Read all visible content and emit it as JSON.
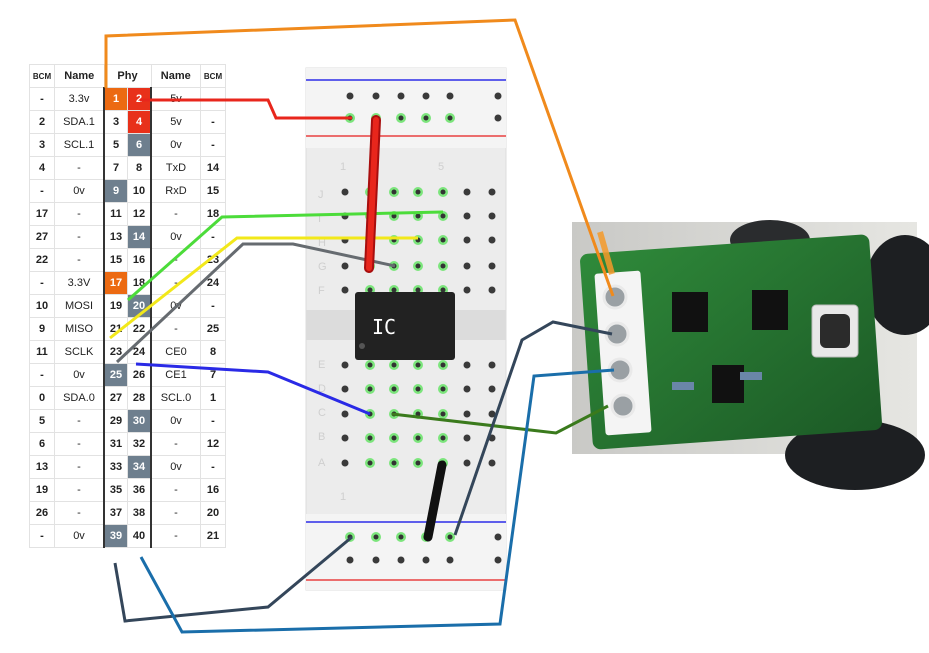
{
  "header": {
    "bcm_left": "BCM",
    "name_left": "Name",
    "phy": "Phy",
    "name_right": "Name",
    "bcm_right": "BCM"
  },
  "rows": [
    {
      "bcmL": "-",
      "nameL": "3.3v",
      "pinL": "1",
      "colorL": "orange",
      "pinR": "2",
      "colorR": "red",
      "nameR": "5v",
      "bcmR": "-"
    },
    {
      "bcmL": "2",
      "nameL": "SDA.1",
      "pinL": "3",
      "colorL": "",
      "pinR": "4",
      "colorR": "red",
      "nameR": "5v",
      "bcmR": "-"
    },
    {
      "bcmL": "3",
      "nameL": "SCL.1",
      "pinL": "5",
      "colorL": "",
      "pinR": "6",
      "colorR": "gray",
      "nameR": "0v",
      "bcmR": "-"
    },
    {
      "bcmL": "4",
      "nameL": "-",
      "pinL": "7",
      "colorL": "",
      "pinR": "8",
      "colorR": "",
      "nameR": "TxD",
      "bcmR": "14"
    },
    {
      "bcmL": "-",
      "nameL": "0v",
      "pinL": "9",
      "colorL": "gray",
      "pinR": "10",
      "colorR": "",
      "nameR": "RxD",
      "bcmR": "15"
    },
    {
      "bcmL": "17",
      "nameL": "-",
      "pinL": "11",
      "colorL": "",
      "pinR": "12",
      "colorR": "",
      "nameR": "-",
      "bcmR": "18"
    },
    {
      "bcmL": "27",
      "nameL": "-",
      "pinL": "13",
      "colorL": "",
      "pinR": "14",
      "colorR": "gray",
      "nameR": "0v",
      "bcmR": "-"
    },
    {
      "bcmL": "22",
      "nameL": "-",
      "pinL": "15",
      "colorL": "",
      "pinR": "16",
      "colorR": "",
      "nameR": "-",
      "bcmR": "23"
    },
    {
      "bcmL": "-",
      "nameL": "3.3V",
      "pinL": "17",
      "colorL": "orange",
      "pinR": "18",
      "colorR": "",
      "nameR": "-",
      "bcmR": "24"
    },
    {
      "bcmL": "10",
      "nameL": "MOSI",
      "pinL": "19",
      "colorL": "",
      "pinR": "20",
      "colorR": "gray",
      "nameR": "0v",
      "bcmR": "-"
    },
    {
      "bcmL": "9",
      "nameL": "MISO",
      "pinL": "21",
      "colorL": "",
      "pinR": "22",
      "colorR": "",
      "nameR": "-",
      "bcmR": "25"
    },
    {
      "bcmL": "11",
      "nameL": "SCLK",
      "pinL": "23",
      "colorL": "",
      "pinR": "24",
      "colorR": "",
      "nameR": "CE0",
      "bcmR": "8"
    },
    {
      "bcmL": "-",
      "nameL": "0v",
      "pinL": "25",
      "colorL": "gray",
      "pinR": "26",
      "colorR": "",
      "nameR": "CE1",
      "bcmR": "7"
    },
    {
      "bcmL": "0",
      "nameL": "SDA.0",
      "pinL": "27",
      "colorL": "",
      "pinR": "28",
      "colorR": "",
      "nameR": "SCL.0",
      "bcmR": "1"
    },
    {
      "bcmL": "5",
      "nameL": "-",
      "pinL": "29",
      "colorL": "",
      "pinR": "30",
      "colorR": "gray",
      "nameR": "0v",
      "bcmR": "-"
    },
    {
      "bcmL": "6",
      "nameL": "-",
      "pinL": "31",
      "colorL": "",
      "pinR": "32",
      "colorR": "",
      "nameR": "-",
      "bcmR": "12"
    },
    {
      "bcmL": "13",
      "nameL": "-",
      "pinL": "33",
      "colorL": "",
      "pinR": "34",
      "colorR": "gray",
      "nameR": "0v",
      "bcmR": "-"
    },
    {
      "bcmL": "19",
      "nameL": "-",
      "pinL": "35",
      "colorL": "",
      "pinR": "36",
      "colorR": "",
      "nameR": "-",
      "bcmR": "16"
    },
    {
      "bcmL": "26",
      "nameL": "-",
      "pinL": "37",
      "colorL": "",
      "pinR": "38",
      "colorR": "",
      "nameR": "-",
      "bcmR": "20"
    },
    {
      "bcmL": "-",
      "nameL": "0v",
      "pinL": "39",
      "colorL": "gray",
      "pinR": "40",
      "colorR": "",
      "nameR": "-",
      "bcmR": "21"
    }
  ],
  "breadboard": {
    "ic_label": "IC",
    "row_letters_top": [
      "J",
      "I",
      "H",
      "G",
      "F"
    ],
    "row_letters_bottom": [
      "E",
      "D",
      "C",
      "B",
      "A"
    ],
    "column_marks": [
      "1",
      "5",
      "1"
    ]
  },
  "wires": [
    {
      "name": "red-5v-wire",
      "color": "#e8261c"
    },
    {
      "name": "orange-3v3-wire",
      "color": "#f08a1c"
    },
    {
      "name": "green-mosi-wire",
      "color": "#4cdc3a"
    },
    {
      "name": "yellow-miso-wire",
      "color": "#f2e81a"
    },
    {
      "name": "gray-sclk-wire",
      "color": "#666b70"
    },
    {
      "name": "blue-ce0-wire",
      "color": "#2a2ae6"
    },
    {
      "name": "darkgreen-sensor-wire",
      "color": "#3a7a1c"
    },
    {
      "name": "navy-ground-wire",
      "color": "#34465a"
    },
    {
      "name": "teal-sensor-wire",
      "color": "#1a6eaa"
    }
  ]
}
